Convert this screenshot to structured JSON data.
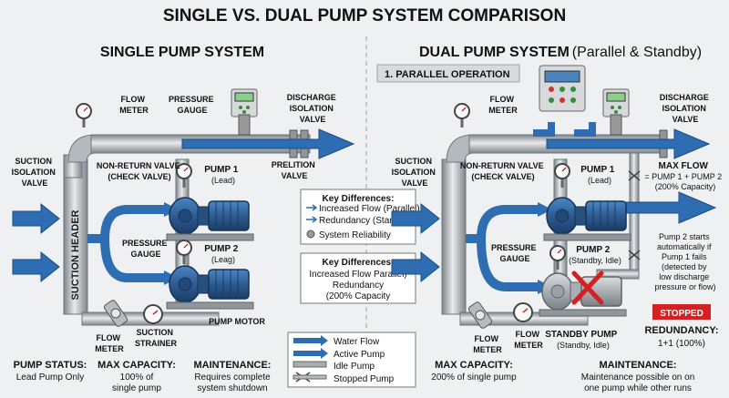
{
  "title": "SINGLE VS. DUAL PUMP SYSTEM COMPARISON",
  "single": {
    "heading": "SINGLE PUMP SYSTEM",
    "labels": {
      "flow_meter": [
        "FLOW",
        "METER"
      ],
      "pressure_gauge": [
        "PRESSURE",
        "GAUGE"
      ],
      "discharge_valve": [
        "DISCHARGE",
        "ISOLATION",
        "VALVE"
      ],
      "suction_valve": [
        "SUCTION",
        "ISOLATION",
        "VALVE"
      ],
      "nrv": [
        "NON-RETURN VALVE",
        "(CHECK VALVE)"
      ],
      "pump1": [
        "PUMP 1",
        "(Lead)"
      ],
      "prelition": [
        "PRELITION",
        "VALVE"
      ],
      "pump2": [
        "PUMP 2",
        "(Leag)"
      ],
      "gauge2": [
        "PRESSURE",
        "GAUGE"
      ],
      "suction_header": "SUCTION HEADER",
      "pump_motor": "PUMP MOTOR",
      "flow_meter_bottom": [
        "FLOW",
        "METER"
      ],
      "strainer": [
        "SUCTION",
        "STRAINER"
      ]
    },
    "footer": {
      "status_title": "PUMP STATUS:",
      "status_value": "Lead Pump Only",
      "capacity_title": "MAX CAPACITY:",
      "capacity_value": [
        "100% of",
        "single pump"
      ],
      "maint_title": "MAINTENANCE:",
      "maint_value": [
        "Requires complete",
        "system shutdown"
      ]
    }
  },
  "center": {
    "box1_title": "Key Differences:",
    "box1_items": [
      "Increased Flow (Parallel)",
      "Redundancy (Standby)",
      "System Reliability"
    ],
    "box2_title": "Key Differences:",
    "box2_items": [
      "Increased Flow Parallel)",
      "Redundancy",
      "(200% Capacity"
    ],
    "legend": [
      "Water Flow",
      "Active Pump",
      "Idle Pump",
      "Stopped Pump"
    ]
  },
  "dual": {
    "heading_main": "DUAL PUMP SYSTEM",
    "heading_sub": "(Parallel & Standby)",
    "tab": "1. PARALLEL OPERATION",
    "labels": {
      "flow_meter": [
        "FLOW",
        "METER"
      ],
      "discharge_valve": [
        "DISCHARGE",
        "ISOLATION",
        "VALVE"
      ],
      "max_flow": [
        "MAX FLOW",
        "= PUMP 1 + PUMP 2",
        "(200% Capacity)"
      ],
      "suction_valve": [
        "SUCTION",
        "ISOLATION",
        "VALVE"
      ],
      "nrv": [
        "NON-RETURN VALVE",
        "(CHECK VALVE)"
      ],
      "pump1": [
        "PUMP 1",
        "(Lead)"
      ],
      "pump2": [
        "PUMP 2",
        "(Standby, Idle)"
      ],
      "gauge": [
        "PRESSURE",
        "GAUGE"
      ],
      "standby": [
        "STANDBY PUMP",
        "(Standby, Idle)"
      ],
      "note": [
        "Pump 2 starts",
        "automatically if",
        "Pump 1 fails",
        "(detected by",
        "low discharge",
        "pressure or flow)"
      ],
      "stopped": "STOPPED",
      "flow_meter_a": [
        "FLOW",
        "METER"
      ],
      "flow_meter_b": [
        "FLOW",
        "METER"
      ]
    },
    "footer": {
      "capacity_title": "MAX CAPACITY:",
      "capacity_value": "200% of single pump",
      "redundancy_title": "REDUNDANCY:",
      "redundancy_value": "1+1 (100%)",
      "maint_title": "MAINTENANCE:",
      "maint_value": [
        "Maintenance possible on on",
        "one pump while other runs"
      ]
    }
  },
  "colors": {
    "pipe": "#a9aeb3",
    "pipe_edge": "#6f767c",
    "flow": "#2f6db3",
    "pump": "#2d5c92",
    "stopped": "#d42020"
  }
}
